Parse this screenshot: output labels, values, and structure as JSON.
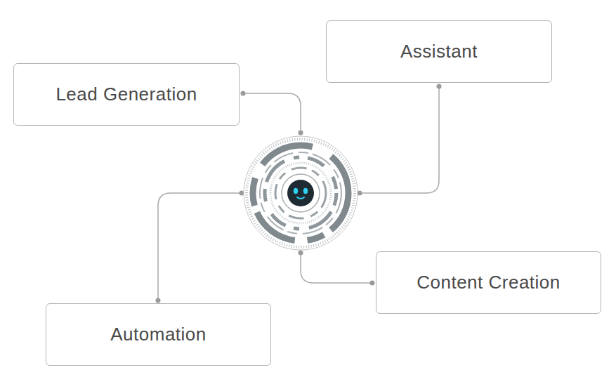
{
  "diagram": {
    "nodes": [
      {
        "text": [
          "Assistant"
        ]
      },
      {
        "text": [
          "Lead Generation"
        ]
      },
      {
        "text": [
          "Content Creation"
        ]
      },
      {
        "text": [
          "Automation"
        ]
      }
    ]
  }
}
